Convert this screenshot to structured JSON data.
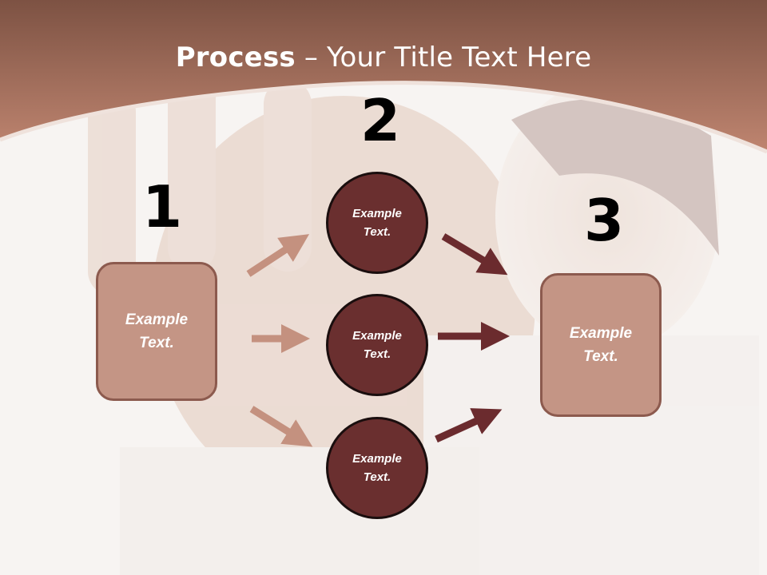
{
  "slide": {
    "title_bold": "Process",
    "title_rest": " – Your Title Text Here"
  },
  "steps": {
    "n1": "1",
    "n2": "2",
    "n3": "3"
  },
  "shapes": {
    "left_box": "Example\nText.",
    "circle_top": "Example\nText.",
    "circle_mid": "Example\nText.",
    "circle_bot": "Example\nText.",
    "right_box": "Example\nText."
  },
  "colors": {
    "header": "#a87360",
    "box_fill": "#c49585",
    "circle_fill": "#6a2f2f",
    "arrow_light": "#c4917f",
    "arrow_dark": "#6b2b2e"
  }
}
